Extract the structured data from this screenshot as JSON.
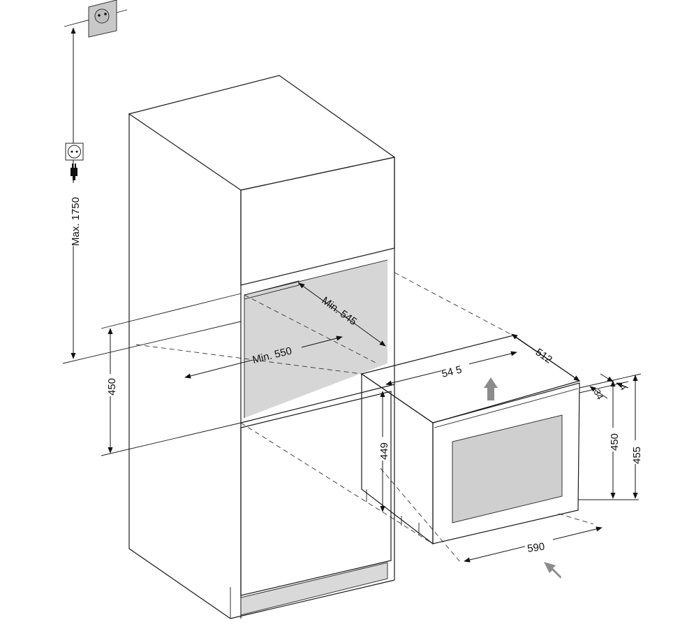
{
  "title": "Built-in installation dimensions",
  "colors": {
    "line": "#1a1a1a",
    "panel_gray": "#d6d6d6",
    "window_gray": "#cfcfcf",
    "arrow_gray": "#8c8c8c"
  },
  "icons": [
    "wall-socket-icon",
    "socket-icon",
    "plug-icon",
    "airflow-up-arrow-icon",
    "airflow-in-arrow-icon"
  ],
  "labels": {
    "socket_height": "Max. 1750",
    "niche_height": "450",
    "niche_depth": "Min. 545",
    "niche_width": "Min. 550",
    "appliance_width": "54 5",
    "appliance_depth": "512",
    "door_thickness": "34",
    "door_gap": "4",
    "front_height": "450",
    "total_height": "455",
    "body_height": "449",
    "front_width": "590"
  }
}
